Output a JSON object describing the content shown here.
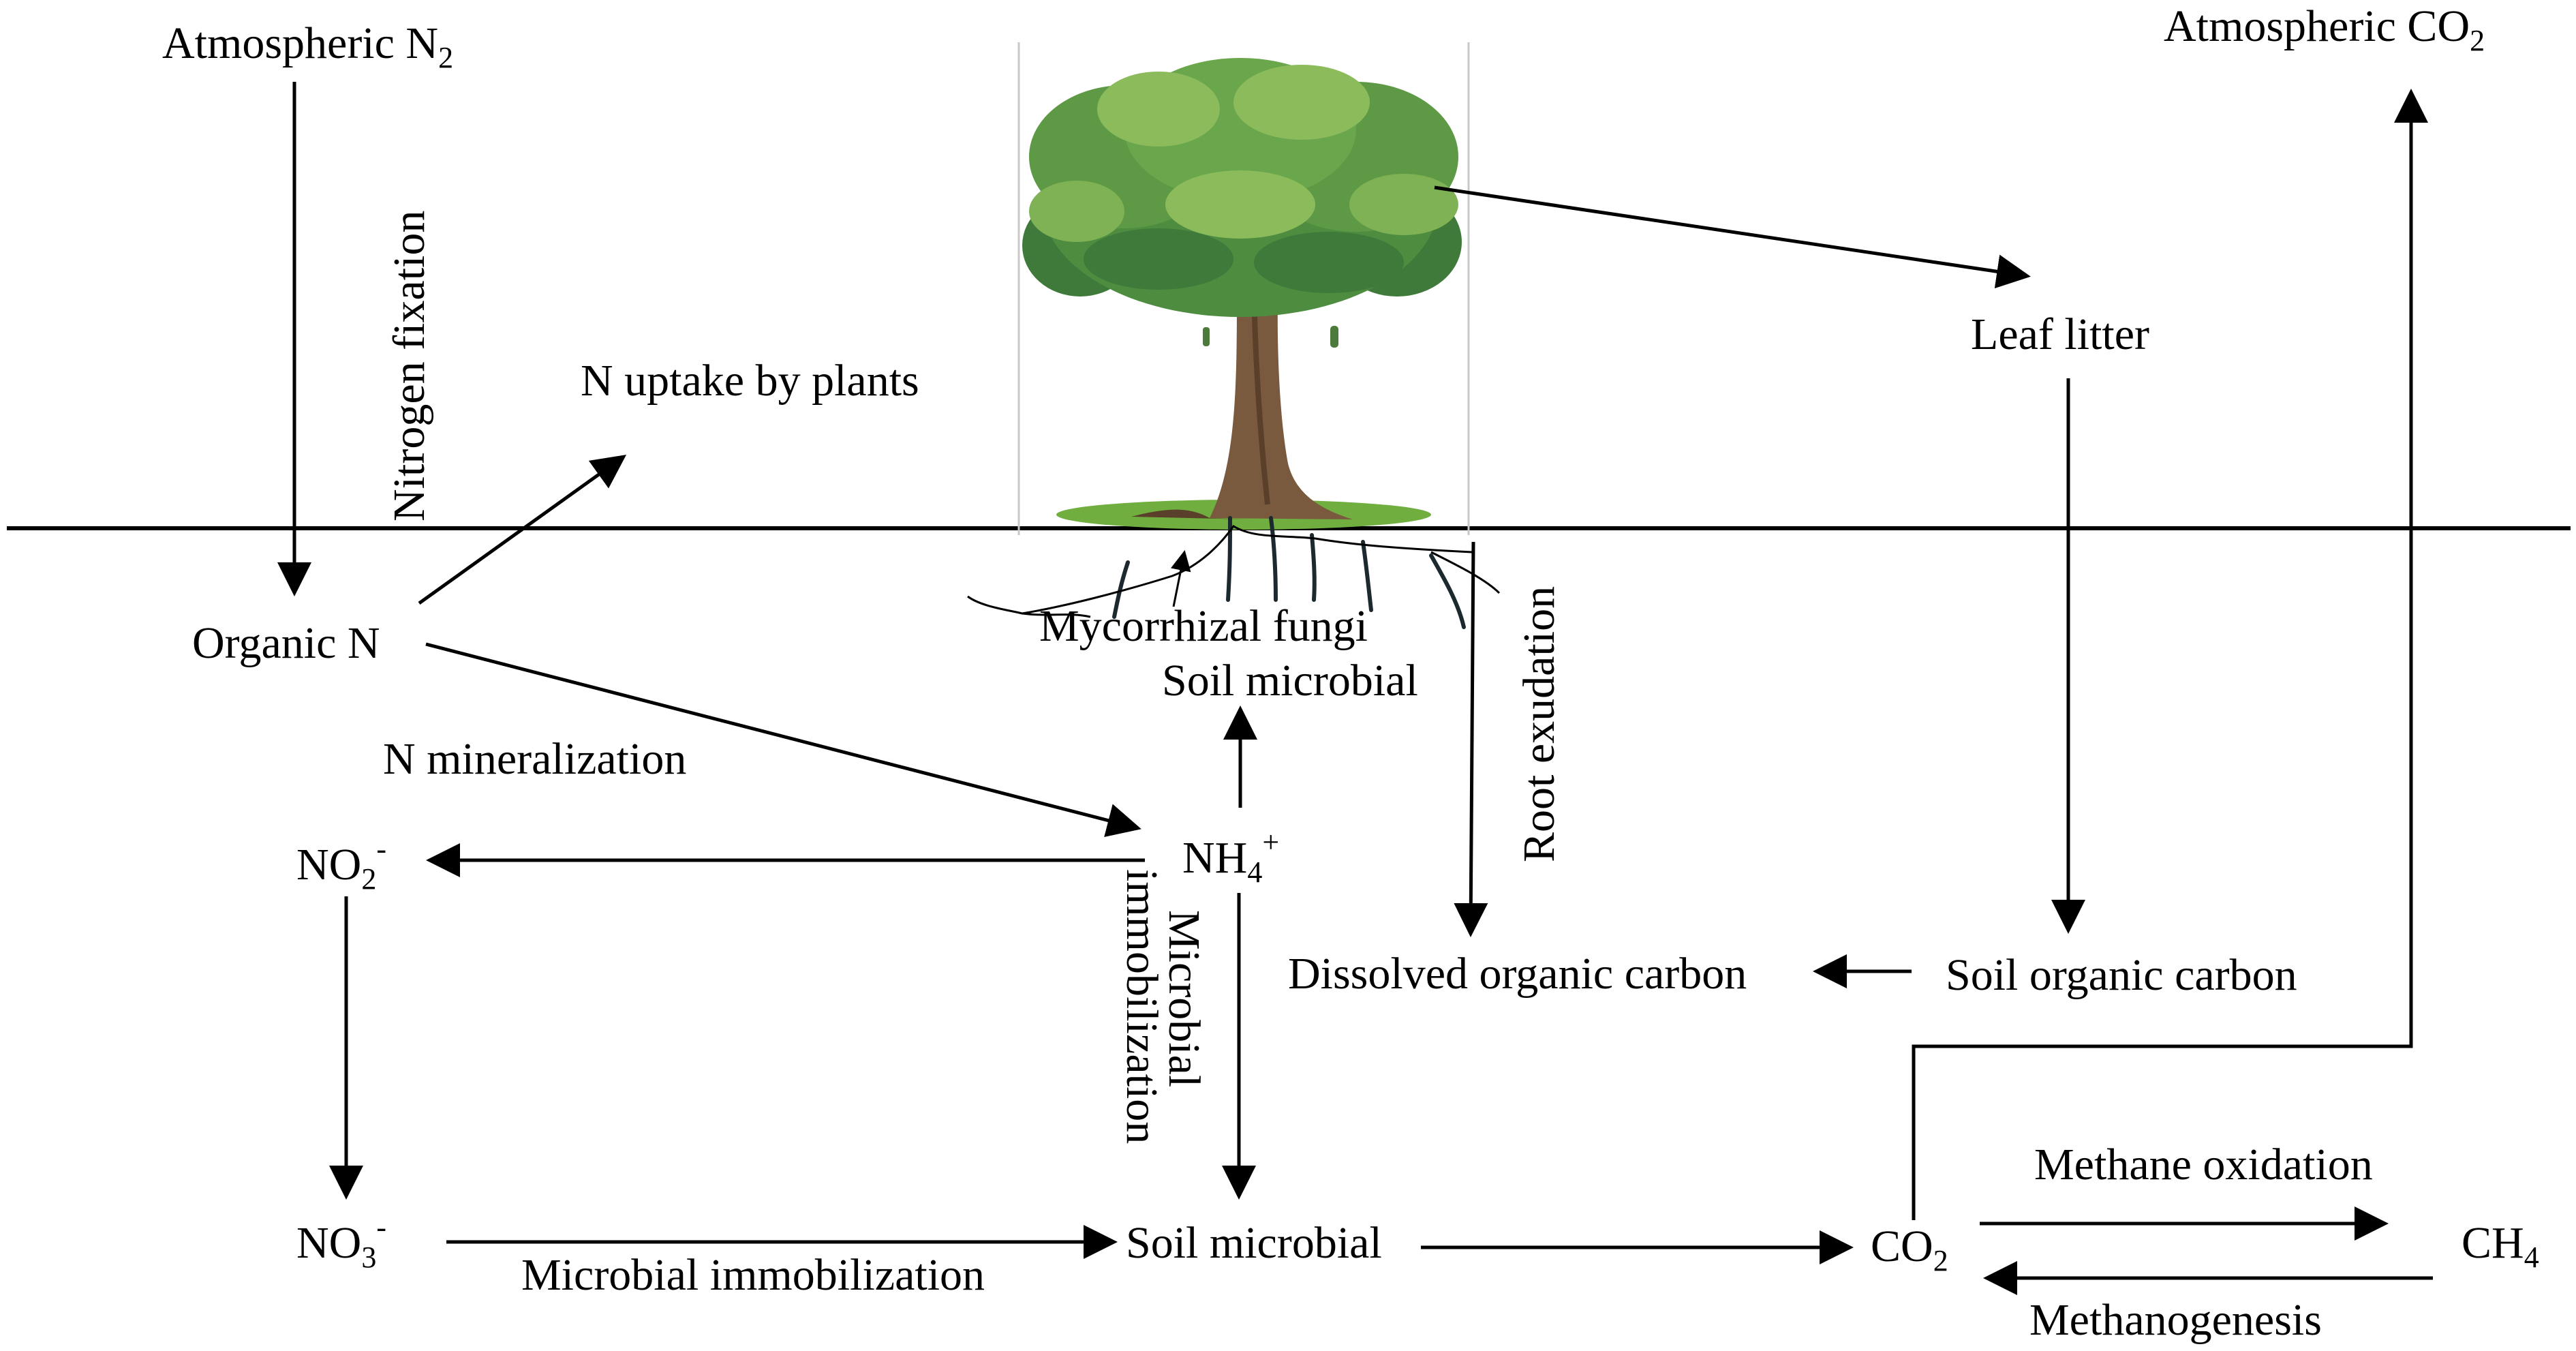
{
  "labels": {
    "atm_n2_main": "Atmospheric N",
    "atm_n2_sub": "2",
    "atm_co2_main": "Atmospheric CO",
    "atm_co2_sub": "2",
    "nitrogen_fixation": "Nitrogen fixation",
    "n_uptake": "N uptake by plants",
    "organic_n": "Organic N",
    "n_mineralization": "N mineralization",
    "no2_main": "NO",
    "no2_sub": "2",
    "no2_sup": "-",
    "no3_main": "NO",
    "no3_sub": "3",
    "no3_sup": "-",
    "nh4_main": "NH",
    "nh4_sub": "4",
    "nh4_sup": "+",
    "mycorrhizal_fungi": "Mycorrhizal fungi",
    "soil_microbial_top": "Soil microbial",
    "root_exudation": "Root exudation",
    "microbial_immob_v_line1": "Microbial",
    "microbial_immob_v_line2": "immobilization",
    "leaf_litter": "Leaf litter",
    "dissolved_organic_carbon": "Dissolved organic carbon",
    "soil_organic_carbon": "Soil organic carbon",
    "soil_microbial_bottom": "Soil microbial",
    "microbial_immob_h": "Microbial immobilization",
    "co2_main": "CO",
    "co2_sub": "2",
    "ch4_main": "CH",
    "ch4_sub": "4",
    "methane_oxidation": "Methane oxidation",
    "methanogenesis": "Methanogenesis"
  },
  "colors": {
    "ink": "#000000",
    "foliage_dark": "#3f7a3a",
    "foliage_mid": "#5e9a45",
    "foliage_light": "#8cbb5c",
    "trunk": "#7a5a3e",
    "trunk_dark": "#5a3f2a",
    "grass": "#6fae3f",
    "root": "#1c2a30"
  },
  "icons": {
    "tree": "tree-illustration"
  }
}
